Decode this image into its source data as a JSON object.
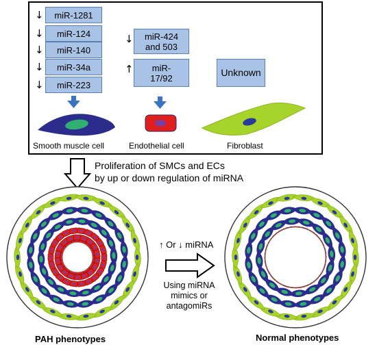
{
  "panel": {
    "smc_mirnas": [
      {
        "label": "miR-1281",
        "dir": "↓"
      },
      {
        "label": "miR-124",
        "dir": "↓"
      },
      {
        "label": "miR-140",
        "dir": "↓"
      },
      {
        "label": "miR-34a",
        "dir": "↓"
      },
      {
        "label": "miR-223",
        "dir": "↓"
      }
    ],
    "ec_mirnas": [
      {
        "label": "miR-424 and 503",
        "dir": "↓"
      },
      {
        "label": "miR- 17/92",
        "dir": "↑"
      }
    ],
    "fibroblast_box": "Unknown",
    "cells": {
      "smc": "Smooth muscle cell",
      "ec": "Endothelial cell",
      "fibroblast": "Fibroblast"
    }
  },
  "proliferation_text": [
    "Proliferation of SMCs and ECs",
    "by up or down regulation of miRNA"
  ],
  "transition": {
    "regulation": "↑ Or ↓ miRNA",
    "method": [
      "Using miRNA",
      "mimics or",
      "antagomiRs"
    ]
  },
  "phenotypes": {
    "pah": "PAH phenotypes",
    "normal": "Normal phenotypes"
  },
  "colors": {
    "mirna_box": "#a9c3e6",
    "smc_body": "#2c2c8c",
    "smc_nucleus": "#2fb070",
    "ec_body": "#e21f1f",
    "ec_nucleus": "#7a3fa0",
    "fibroblast_body": "#a6d42a",
    "fibroblast_nucleus": "#2a3a9c",
    "down_arrow": "#3a74c2"
  }
}
